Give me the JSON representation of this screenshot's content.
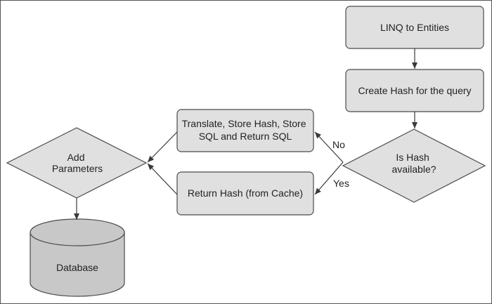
{
  "nodes": {
    "linq": {
      "label": "LINQ to Entities"
    },
    "create_hash": {
      "label": "Create Hash for the query"
    },
    "is_hash": {
      "label_lines": [
        "Is Hash",
        "available?"
      ]
    },
    "translate": {
      "label_lines": [
        "Translate, Store Hash, Store",
        "SQL and Return SQL"
      ]
    },
    "return_hash": {
      "label": "Return Hash (from Cache)"
    },
    "add_params": {
      "label_lines": [
        "Add",
        "Parameters"
      ]
    },
    "database": {
      "label": "Database"
    }
  },
  "edges": {
    "no_label": "No",
    "yes_label": "Yes"
  },
  "colors": {
    "node_fill": "#e0e0e0",
    "node_stroke": "#4a4a4a",
    "cylinder_fill": "#c8c8c8",
    "edge": "#3a3a3a",
    "frame": "#555555"
  }
}
